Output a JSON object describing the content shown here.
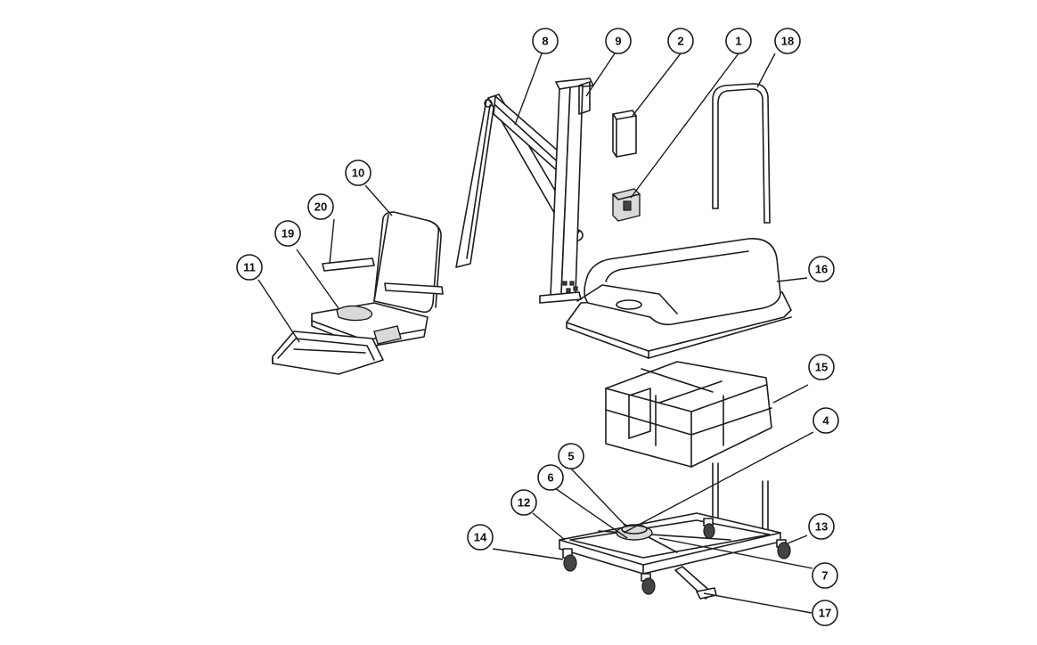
{
  "diagram": {
    "callouts": [
      {
        "id": "c1",
        "label": "1"
      },
      {
        "id": "c2",
        "label": "2"
      },
      {
        "id": "c4",
        "label": "4"
      },
      {
        "id": "c5",
        "label": "5"
      },
      {
        "id": "c6",
        "label": "6"
      },
      {
        "id": "c7",
        "label": "7"
      },
      {
        "id": "c8",
        "label": "8"
      },
      {
        "id": "c9",
        "label": "9"
      },
      {
        "id": "c10",
        "label": "10"
      },
      {
        "id": "c11",
        "label": "11"
      },
      {
        "id": "c12",
        "label": "12"
      },
      {
        "id": "c13",
        "label": "13"
      },
      {
        "id": "c14",
        "label": "14"
      },
      {
        "id": "c15",
        "label": "15"
      },
      {
        "id": "c16",
        "label": "16"
      },
      {
        "id": "c17",
        "label": "17"
      },
      {
        "id": "c18",
        "label": "18"
      },
      {
        "id": "c19",
        "label": "19"
      },
      {
        "id": "c20",
        "label": "20"
      }
    ]
  }
}
